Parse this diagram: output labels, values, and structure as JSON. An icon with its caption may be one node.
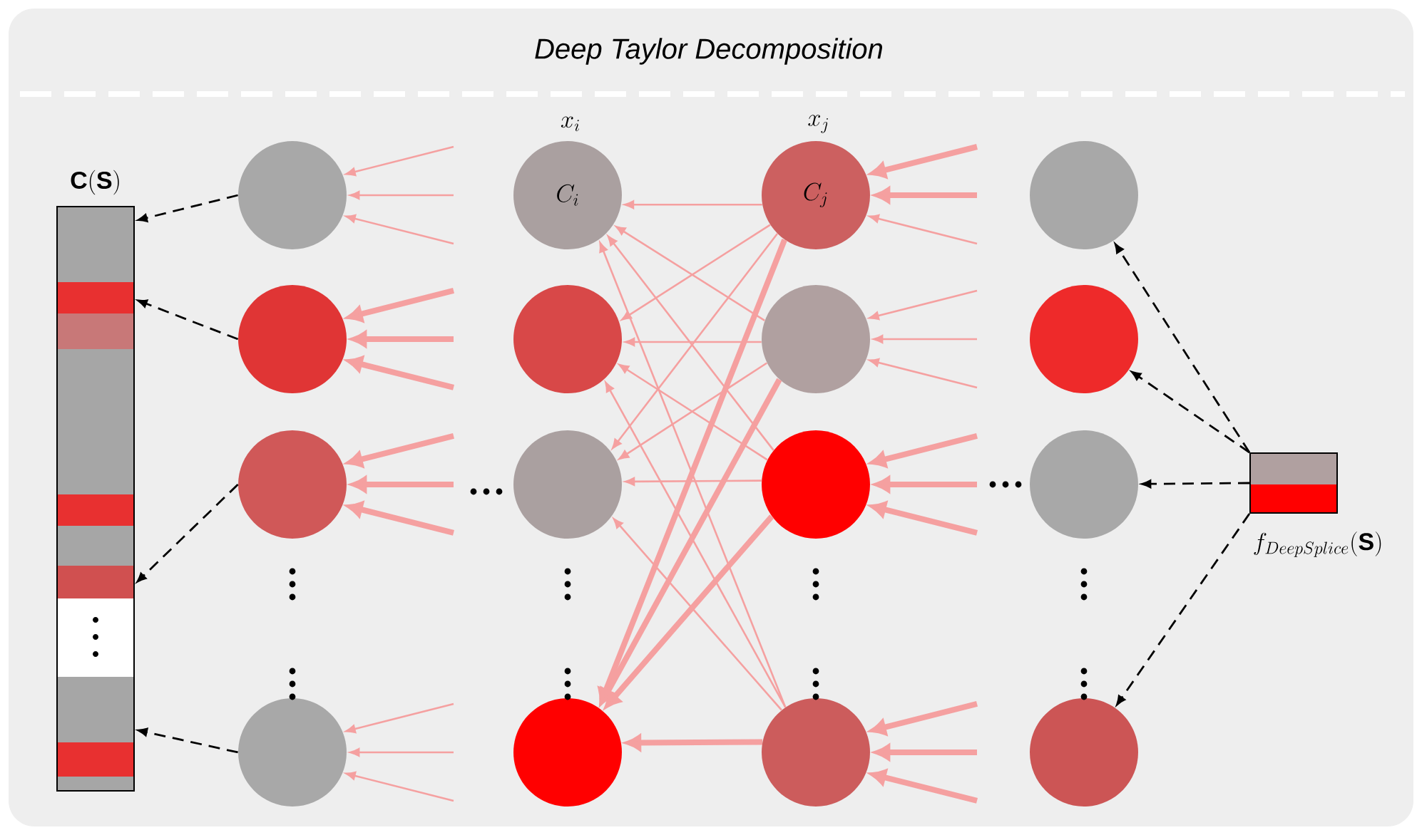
{
  "diagram": {
    "title": "Deep Taylor Decomposition",
    "nodes": [
      {
        "text": [
          "\\mathbf{C}(\\mathbf{S})"
        ]
      },
      {
        "text": [],
        "shape": "circle"
      },
      {
        "text": [],
        "shape": "circle"
      },
      {
        "text": [],
        "shape": "circle"
      },
      {
        "text": [],
        "shape": "circle"
      },
      {
        "text": [
          "C_i"
        ],
        "beside": [
          "x_i"
        ]
      },
      {
        "text": [],
        "shape": "circle"
      },
      {
        "text": [],
        "shape": "circle"
      },
      {
        "text": [],
        "shape": "circle"
      },
      {
        "text": [
          "C_j"
        ],
        "beside": [
          "x_j"
        ]
      },
      {
        "text": [],
        "shape": "circle"
      },
      {
        "text": [],
        "shape": "circle"
      },
      {
        "text": [],
        "shape": "circle"
      },
      {
        "text": [],
        "shape": "circle"
      },
      {
        "text": [],
        "shape": "circle"
      },
      {
        "text": [],
        "shape": "circle"
      },
      {
        "text": [],
        "shape": "circle"
      },
      {
        "text": [],
        "shape": "box",
        "beside": [
          "f_{DeepSplice}(\\mathbf{S})"
        ]
      }
    ],
    "edges": [
      {
        "from": 1,
        "to": 0,
        "arrow": "to",
        "style": "dashed",
        "color": "#000000"
      },
      {
        "from": 2,
        "to": 0,
        "arrow": "to",
        "style": "dashed",
        "color": "#000000"
      },
      {
        "from": 3,
        "to": 0,
        "arrow": "to",
        "style": "dashed",
        "color": "#000000"
      },
      {
        "from": 4,
        "to": 0,
        "arrow": "to",
        "style": "dashed",
        "color": "#000000"
      },
      {
        "from": 17,
        "to": 13,
        "arrow": "to",
        "style": "dashed",
        "color": "#000000"
      },
      {
        "from": 17,
        "to": 14,
        "arrow": "to",
        "style": "dashed",
        "color": "#000000"
      },
      {
        "from": 17,
        "to": 15,
        "arrow": "to",
        "style": "dashed",
        "color": "#000000"
      },
      {
        "from": 17,
        "to": 16,
        "arrow": "to",
        "style": "dashed",
        "color": "#000000"
      },
      {
        "from": null,
        "to": 1,
        "arrow": "to"
      },
      {
        "from": null,
        "to": 1,
        "arrow": "to"
      },
      {
        "from": null,
        "to": 1,
        "arrow": "to"
      },
      {
        "from": null,
        "to": 2,
        "arrow": "to",
        "style": "thick"
      },
      {
        "from": null,
        "to": 2,
        "arrow": "to",
        "style": "thick"
      },
      {
        "from": null,
        "to": 2,
        "arrow": "to",
        "style": "thick"
      },
      {
        "from": null,
        "to": 3,
        "arrow": "to",
        "style": "thick"
      },
      {
        "from": null,
        "to": 3,
        "arrow": "to",
        "style": "thick"
      },
      {
        "from": null,
        "to": 3,
        "arrow": "to",
        "style": "thick"
      },
      {
        "from": null,
        "to": 4,
        "arrow": "to"
      },
      {
        "from": null,
        "to": 4,
        "arrow": "to"
      },
      {
        "from": null,
        "to": 4,
        "arrow": "to"
      },
      {
        "from": null,
        "to": 9,
        "arrow": "to",
        "style": "thick"
      },
      {
        "from": null,
        "to": 9,
        "arrow": "to",
        "style": "thick"
      },
      {
        "from": null,
        "to": 9,
        "arrow": "to"
      },
      {
        "from": null,
        "to": 10,
        "arrow": "to"
      },
      {
        "from": null,
        "to": 10,
        "arrow": "to"
      },
      {
        "from": null,
        "to": 10,
        "arrow": "to"
      },
      {
        "from": null,
        "to": 11,
        "arrow": "to",
        "style": "thick"
      },
      {
        "from": null,
        "to": 11,
        "arrow": "to",
        "style": "thick"
      },
      {
        "from": null,
        "to": 11,
        "arrow": "to",
        "style": "thick"
      },
      {
        "from": null,
        "to": 12,
        "arrow": "to",
        "style": "thick"
      },
      {
        "from": null,
        "to": 12,
        "arrow": "to",
        "style": "thick"
      },
      {
        "from": null,
        "to": 12,
        "arrow": "to",
        "style": "thick"
      },
      {
        "from": 9,
        "to": 5,
        "arrow": "to"
      },
      {
        "from": 9,
        "to": 6,
        "arrow": "to"
      },
      {
        "from": 9,
        "to": 7,
        "arrow": "to"
      },
      {
        "from": 9,
        "to": 8,
        "arrow": "to",
        "style": "thick"
      },
      {
        "from": 10,
        "to": 5,
        "arrow": "to"
      },
      {
        "from": 10,
        "to": 6,
        "arrow": "to"
      },
      {
        "from": 10,
        "to": 7,
        "arrow": "to"
      },
      {
        "from": 10,
        "to": 8,
        "arrow": "to",
        "style": "thick"
      },
      {
        "from": 11,
        "to": 5,
        "arrow": "to"
      },
      {
        "from": 11,
        "to": 6,
        "arrow": "to"
      },
      {
        "from": 11,
        "to": 7,
        "arrow": "to"
      },
      {
        "from": 11,
        "to": 8,
        "arrow": "to",
        "style": "thick"
      },
      {
        "from": 12,
        "to": 5,
        "arrow": "to"
      },
      {
        "from": 12,
        "to": 6,
        "arrow": "to"
      },
      {
        "from": 12,
        "to": 7,
        "arrow": "to"
      },
      {
        "from": 12,
        "to": 8,
        "arrow": "to",
        "style": "thick"
      }
    ]
  }
}
